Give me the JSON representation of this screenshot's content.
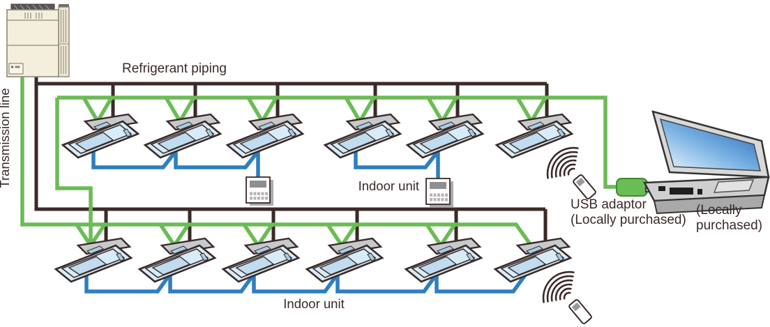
{
  "labels": {
    "transmission_line": "Transmission line",
    "refrigerant_piping": "Refrigerant piping",
    "indoor_unit_row1": "Indoor unit",
    "indoor_unit_row2": "Indoor unit",
    "usb_adaptor": "USB adaptor",
    "usb_adaptor_note": "(Locally purchased)",
    "laptop_note_line1": "(Locally",
    "laptop_note_line2": "purchased)"
  },
  "colors": {
    "refrigerant_piping": "#3a2a28",
    "transmission_line": "#6abc54",
    "remote_wiring": "#2e7ec1",
    "label_text": "#3a2a28"
  },
  "structure": {
    "outdoor_units": 1,
    "laptops": 1,
    "usb_adaptors": 1,
    "rows": [
      {
        "name": "row-1",
        "indoor_units": 6,
        "wired_remotes": 2,
        "wireless_remotes": 1
      },
      {
        "name": "row-2",
        "indoor_units": 6,
        "wired_remotes": 0,
        "wireless_remotes": 1
      }
    ]
  }
}
